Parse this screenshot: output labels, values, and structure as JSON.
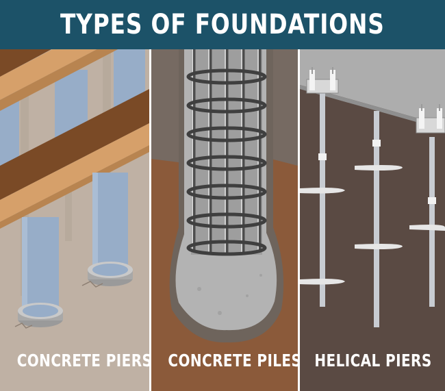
{
  "header": {
    "title": "TYPES OF FOUNDATIONS"
  },
  "panels": [
    {
      "caption": "CONCRETE PIERS"
    },
    {
      "caption": "CONCRETE PILES"
    },
    {
      "caption": "HELICAL PIERS"
    }
  ],
  "colors": {
    "header_bg": "#1c5268",
    "piers_soil": "#bfb1a4",
    "piers_column": "#97adc8",
    "beam_top": "#d6a06a",
    "beam_side": "#7a4a26",
    "piles_soil": "#8b5a3a",
    "piles_concrete": "#b3b3b3",
    "helical_soil": "#5a4a43",
    "helical_slab": "#adadad",
    "helical_shaft": "#c8ccd2"
  },
  "icons": [
    "concrete-pier-illustration",
    "concrete-pile-illustration",
    "helical-pier-illustration"
  ]
}
